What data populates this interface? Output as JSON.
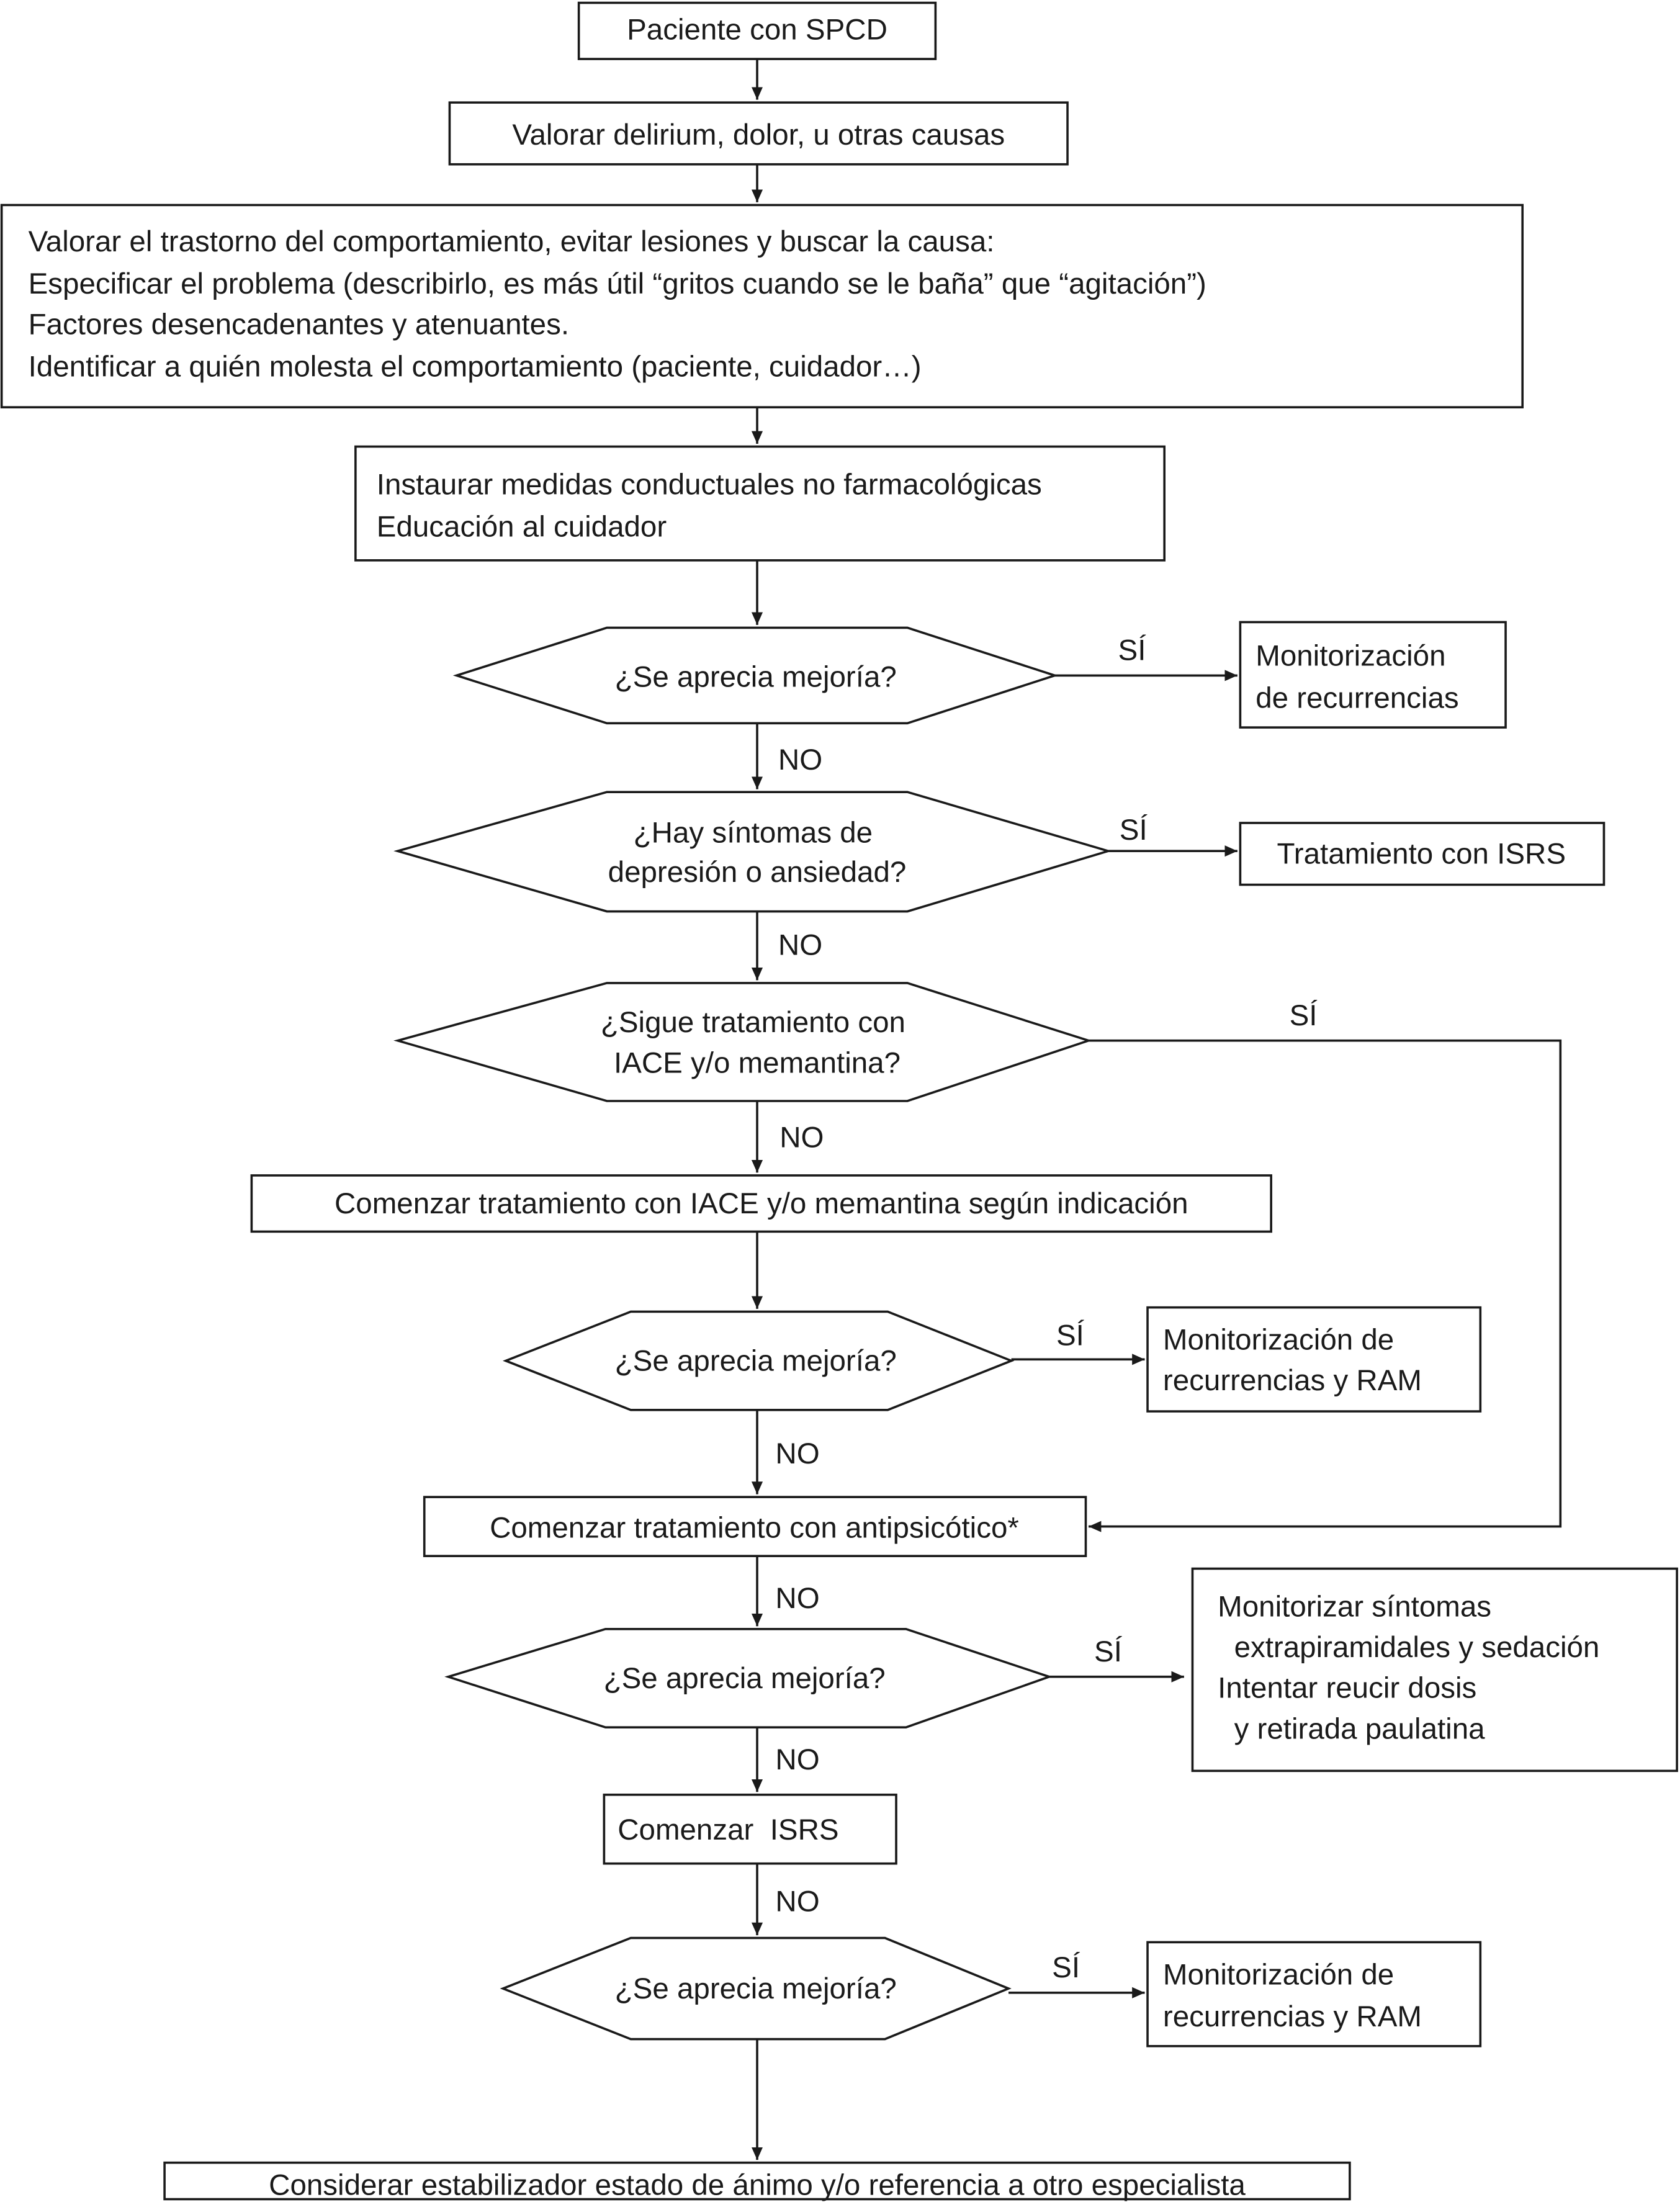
{
  "nodes": {
    "n1": [
      "Paciente con SPCD"
    ],
    "n2": [
      "Valorar delirium, dolor, u otras causas"
    ],
    "n3": [
      "Valorar el trastorno del comportamiento, evitar lesiones y buscar la causa:",
      "Especificar el problema (describirlo, es más útil “gritos cuando se le baña” que “agitación”)",
      "Factores desencadenantes y atenuantes.",
      "Identificar a quién molesta el comportamiento (paciente, cuidador…)"
    ],
    "n4": [
      "Instaurar medidas conductuales no farmacológicas",
      "Educación al cuidador"
    ],
    "d1": [
      "¿Se aprecia mejoría?"
    ],
    "r1": [
      "Monitorización",
      "de recurrencias"
    ],
    "d2": [
      "¿Hay síntomas de",
      "depresión o ansiedad?"
    ],
    "r2": [
      "Tratamiento con ISRS"
    ],
    "d3": [
      "¿Sigue tratamiento con",
      "IACE y/o memantina?"
    ],
    "n5": [
      "Comenzar tratamiento con IACE y/o memantina según indicación"
    ],
    "d4": [
      "¿Se aprecia mejoría?"
    ],
    "r4": [
      "Monitorización de",
      "recurrencias y RAM"
    ],
    "n6": [
      "Comenzar tratamiento con antipsicótico*"
    ],
    "d5": [
      "¿Se aprecia mejoría?"
    ],
    "r5": [
      "Monitorizar síntomas",
      "  extrapiramidales y sedación",
      "Intentar reucir dosis",
      "  y retirada paulatina"
    ],
    "n7": [
      "Comenzar  ISRS"
    ],
    "d6": [
      "¿Se aprecia mejoría?"
    ],
    "r6": [
      "Monitorización de",
      "recurrencias y RAM"
    ],
    "n8": [
      "Considerar estabilizador estado de ánimo y/o referencia a otro especialista"
    ]
  },
  "labels": {
    "si1": "SÍ",
    "no1": "NO",
    "si2": "SÍ",
    "no2": "NO",
    "si3": "SÍ",
    "no3": "NO",
    "si4": "SÍ",
    "no4": "NO",
    "no5": "NO",
    "si5": "SÍ",
    "no6": "NO",
    "no7": "NO",
    "si6": "SÍ"
  }
}
